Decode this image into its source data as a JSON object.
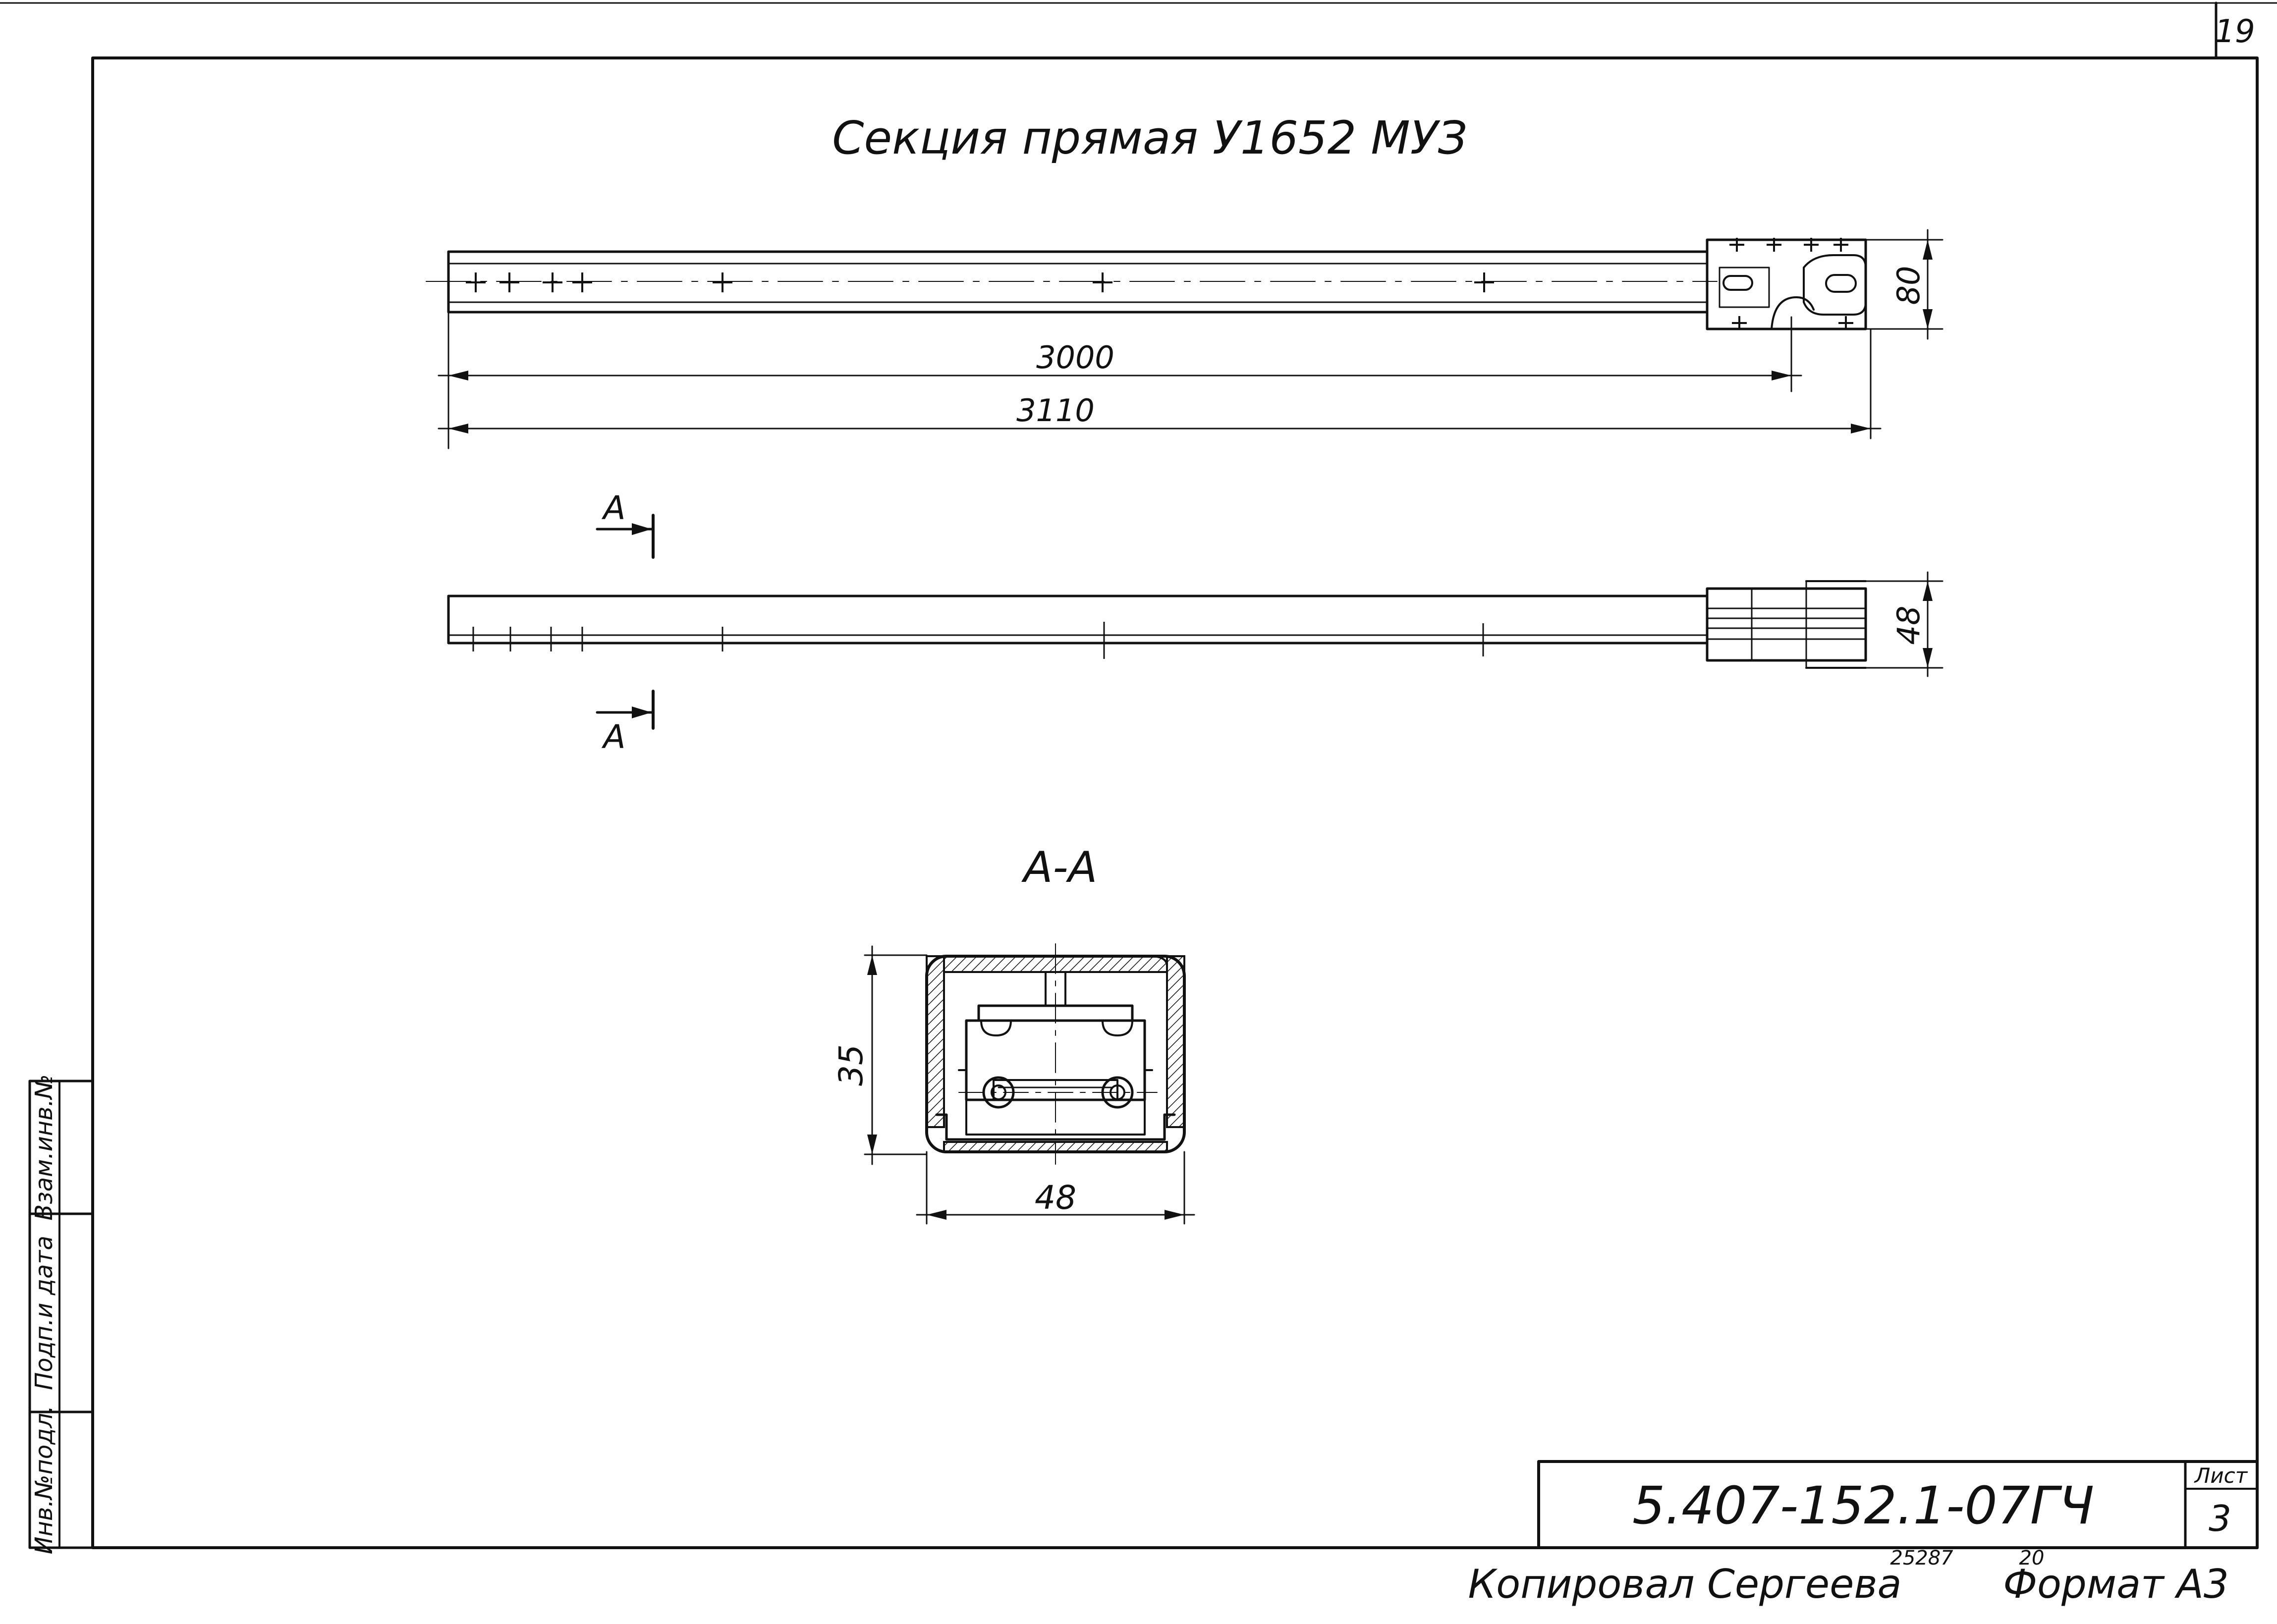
{
  "sheet_corner_number": "19",
  "title": "Секция прямая У1652 МУЗ",
  "dimensions": {
    "length_3000": "3000",
    "length_3110": "3110",
    "height_80": "80",
    "width_48": "48",
    "section_height_35": "35",
    "section_width_48": "48"
  },
  "section": {
    "marker_top": "А",
    "marker_bottom": "А",
    "title": "А-А"
  },
  "side_stamp": {
    "inv_no_podl": "Инв.№подл.",
    "podp_i_data": "Подп.и дата",
    "vzam_inv_no": "Взам.инв.№"
  },
  "title_block": {
    "doc_code": "5.407-152.1-07ГЧ",
    "sheet_label": "Лист",
    "sheet_number": "3"
  },
  "footer": {
    "copied_by": "Копировал Сергеева",
    "archive_number": "25287",
    "archive_suffix": "20",
    "format": "Формат А3"
  },
  "colors": {
    "ink": "#111111",
    "paper": "#ffffff"
  }
}
